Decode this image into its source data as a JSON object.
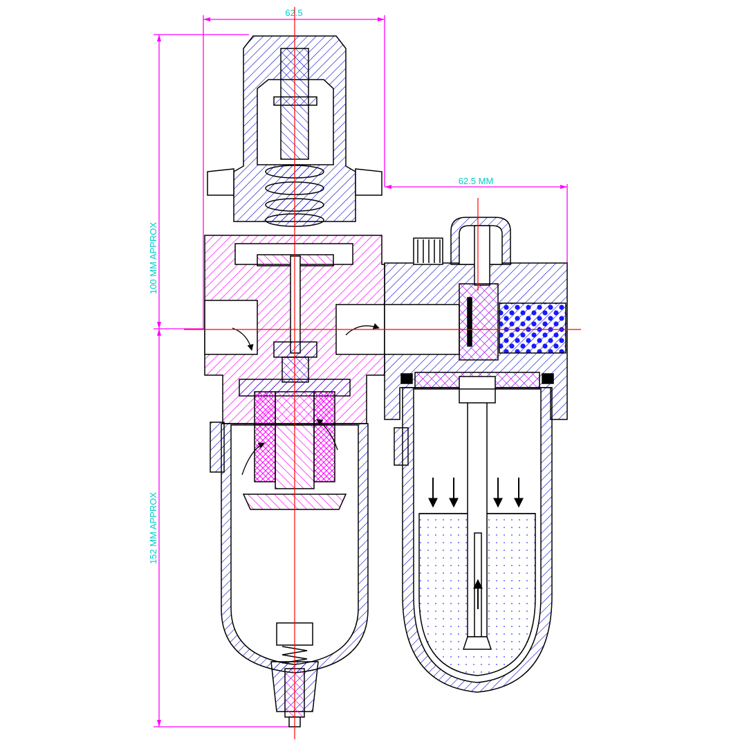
{
  "dimensions": {
    "regulator_width": "62.5",
    "lubricator_width": "62.5 MM",
    "upper_height": "100 MM APPROX",
    "lower_height": "152 MM APPROX"
  },
  "colors": {
    "background": "#ffffff",
    "outline": "#000000",
    "hatch_body": "#ff00ff",
    "hatch_parts": "#0000cc",
    "dimension_lines": "#ff00ff",
    "dimension_text": "#00cccc",
    "center_lines": "#ff0000",
    "oil_dots": "#3333ff"
  }
}
